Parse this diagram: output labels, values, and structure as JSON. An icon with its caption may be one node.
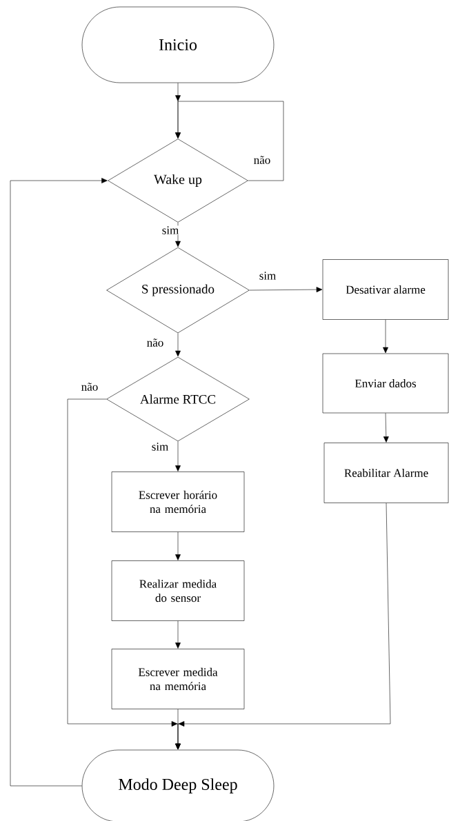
{
  "diagram": {
    "nodes": [
      {
        "text": [
          "Inicio"
        ]
      },
      {
        "text": [
          "Wake up"
        ]
      },
      {
        "text": [
          "S pressionado"
        ]
      },
      {
        "text": [
          "Alarme RTCC"
        ]
      },
      {
        "text": [
          "Desativar alarme"
        ]
      },
      {
        "text": [
          "Enviar dados"
        ]
      },
      {
        "text": [
          "Reabilitar Alarme"
        ]
      },
      {
        "text": [
          "Escrever horário na memória"
        ]
      },
      {
        "text": [
          "Realizar medida do sensor"
        ]
      },
      {
        "text": [
          "Escrever medida na memória"
        ]
      },
      {
        "text": [
          "Modo Deep Sleep"
        ]
      }
    ],
    "edges": [
      {
        "from": 0,
        "to": 1,
        "arrow": "to"
      },
      {
        "from": 1,
        "to": 1,
        "arrow": "to",
        "label": "não"
      },
      {
        "from": 1,
        "to": 2,
        "arrow": "to",
        "label": "sim"
      },
      {
        "from": 2,
        "to": 4,
        "arrow": "to",
        "label": "sim"
      },
      {
        "from": 2,
        "to": 3,
        "arrow": "to",
        "label": "não"
      },
      {
        "from": 3,
        "to": 10,
        "arrow": "to",
        "label": "não"
      },
      {
        "from": 3,
        "to": 7,
        "arrow": "to",
        "label": "sim"
      },
      {
        "from": 7,
        "to": 8,
        "arrow": "to"
      },
      {
        "from": 8,
        "to": 9,
        "arrow": "to"
      },
      {
        "from": 9,
        "to": 10,
        "arrow": "to"
      },
      {
        "from": 4,
        "to": 5,
        "arrow": "to"
      },
      {
        "from": 5,
        "to": 6,
        "arrow": "to"
      },
      {
        "from": 6,
        "to": 10,
        "arrow": "to"
      },
      {
        "from": 10,
        "to": 1,
        "arrow": "to"
      }
    ]
  }
}
